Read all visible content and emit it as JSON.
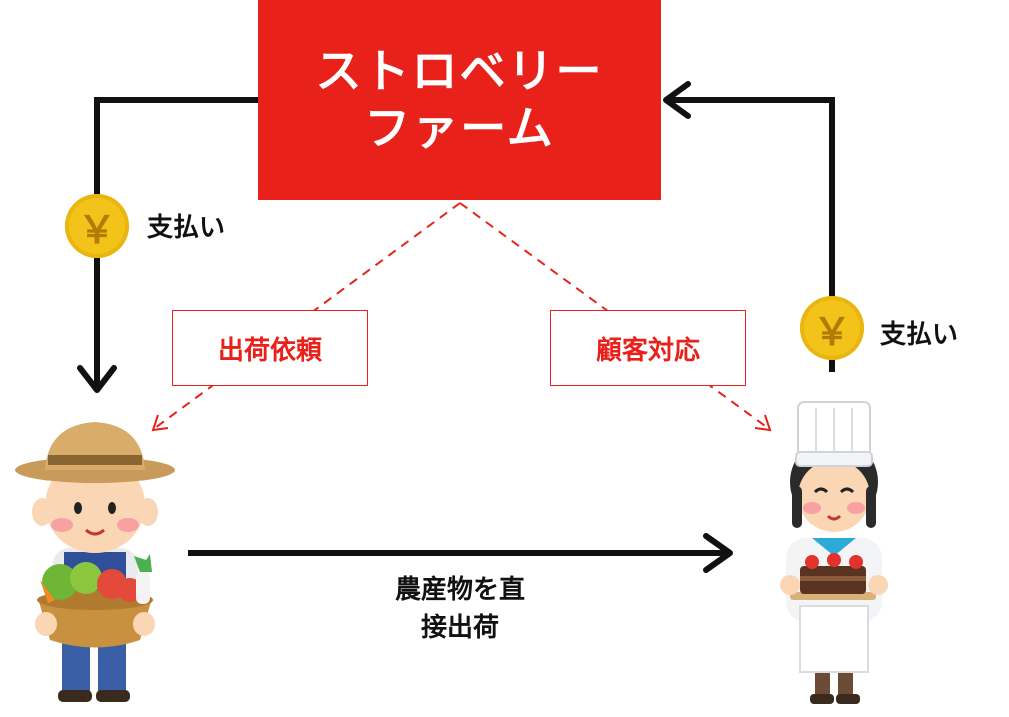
{
  "company": {
    "name_line1": "ストロベリー",
    "name_line2": "ファーム"
  },
  "labels": {
    "shipping_request": "出荷依頼",
    "customer_support": "顧客対応",
    "payment_left": "支払い",
    "payment_right": "支払い",
    "direct_shipment_line1": "農産物を直",
    "direct_shipment_line2": "接出荷"
  },
  "icons": {
    "yen_glyph": "￥",
    "coin": "yen-coin-icon",
    "farmer": "farmer-illustration",
    "patissier": "patissier-illustration"
  },
  "colors": {
    "accent_red": "#e8211a",
    "coin_gold": "#f3c31a",
    "arrow_black": "#111111"
  }
}
